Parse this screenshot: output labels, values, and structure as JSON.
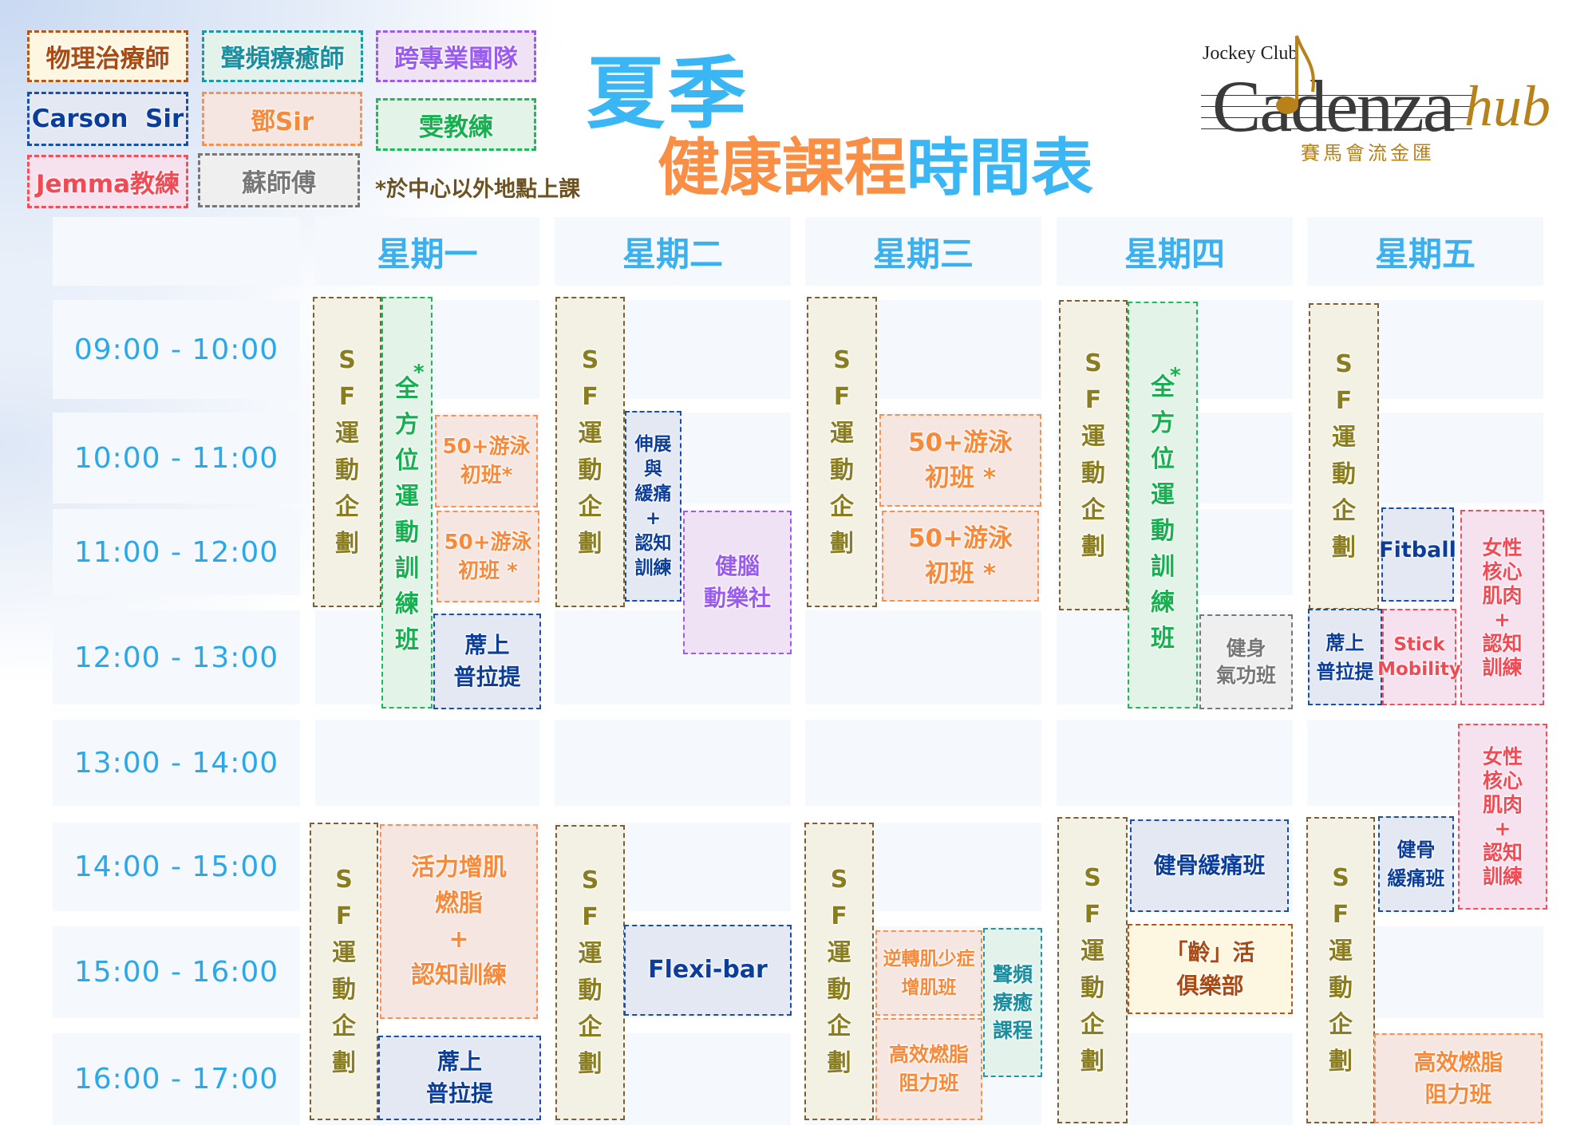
{
  "legend": [
    {
      "label": "物理治療師",
      "color": "#a84a12"
    },
    {
      "label": "聲頻療癒師",
      "color": "#1a8fa0"
    },
    {
      "label": "跨專業團隊",
      "color": "#9a5cf0"
    },
    {
      "label": "Carson  Sir",
      "color": "#0b3d9a"
    },
    {
      "label": "鄧Sir",
      "color": "#f6893a"
    },
    {
      "label": "雯教練",
      "color": "#17b050"
    },
    {
      "label": "Jemma教練",
      "color": "#f04a55"
    },
    {
      "label": "蘇師傅",
      "color": "#777777"
    }
  ],
  "note": "*於中心以外地點上課",
  "title": {
    "line1": "夏季",
    "line2a": "健康課程",
    "line2b": "時間表"
  },
  "logo": {
    "top": "Jockey Club",
    "main": "Cadenza",
    "hub": "hub",
    "chinese": "賽馬會流金匯"
  },
  "days": [
    "星期一",
    "星期二",
    "星期三",
    "星期四",
    "星期五"
  ],
  "times": [
    "09:00  -  10:00",
    "10:00  -  11:00",
    "11:00  -  12:00",
    "12:00  -  13:00",
    "13:00  -  14:00",
    "14:00  -  15:00",
    "15:00  -  16:00",
    "16:00  -  17:00"
  ],
  "classes": {
    "sf": "S\nF\n運\n動\n企\n劃",
    "allround": "全\n方\n位\n運\n動\n訓\n練\n班",
    "swim1": "50+游泳\n初班*",
    "swim2": "50+游泳\n初班 *",
    "pilates": "蓆上\n普拉提",
    "vitality": "活力增肌\n燃脂\n+\n認知訓練",
    "stretch": "伸展\n與\n緩痛\n+\n認知\n訓練",
    "brain": "健腦\n動樂社",
    "flexibar": "Flexi-bar",
    "sarcopenia": "逆轉肌少症\n增肌班",
    "fatburn": "高效燃脂\n阻力班",
    "sound": "聲頻\n療癒\n課程",
    "qigong": "健身\n氣功班",
    "bone": "健骨緩痛班",
    "bone2": "健骨\n緩痛班",
    "ageclub": "「齡」活\n俱樂部",
    "fitball": "Fitball",
    "women": "女性\n核心\n肌肉\n+\n認知\n訓練",
    "stick": "Stick\nMobility"
  }
}
